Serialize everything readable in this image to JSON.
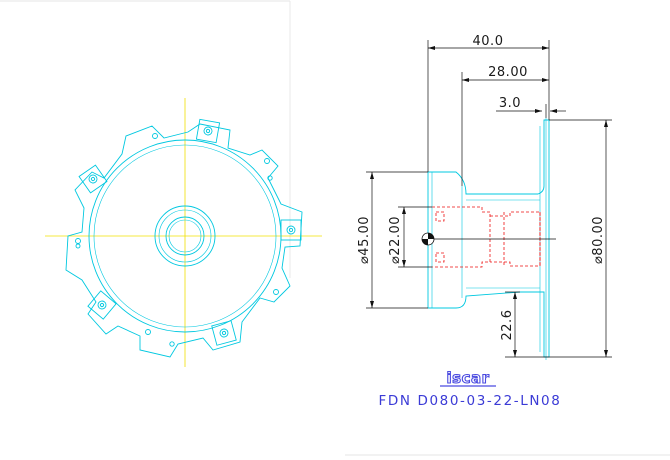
{
  "drawing": {
    "title": "FDN D080-03-22-LN08",
    "brand_logo": "iscar",
    "dimensions": {
      "overall_length": "40.0",
      "body_length": "28.00",
      "width": "3.0",
      "hub_diameter": "⌀45.00",
      "bore_diameter": "⌀22.00",
      "cutter_diameter": "⌀80.00",
      "radial_depth": "22.6"
    }
  },
  "colors": {
    "geometry": "#00c8e0",
    "centerline": "#f0e000",
    "hidden": "#ee1111",
    "dimension": "#1a1a1a",
    "title": "#3b3bd6"
  }
}
